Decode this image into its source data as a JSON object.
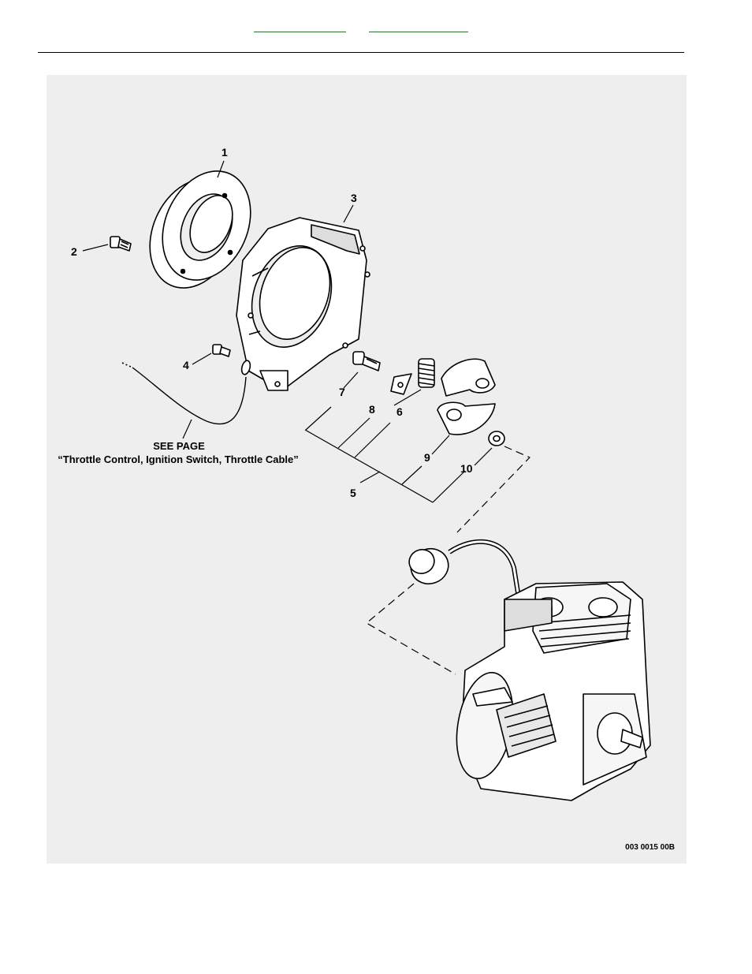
{
  "header": {
    "link_1": "",
    "link_2": ""
  },
  "diagram": {
    "callouts": [
      "1",
      "2",
      "3",
      "4",
      "5",
      "6",
      "7",
      "8",
      "9",
      "10"
    ],
    "see_page_line1": "SEE PAGE",
    "see_page_line2": "“Throttle Control, Ignition Switch, Throttle Cable”",
    "drawing_code": "003 0015 00B"
  },
  "colors": {
    "link_underline": "#0a8a0a",
    "panel_background": "#eeeeee",
    "line_art": "#000000"
  }
}
